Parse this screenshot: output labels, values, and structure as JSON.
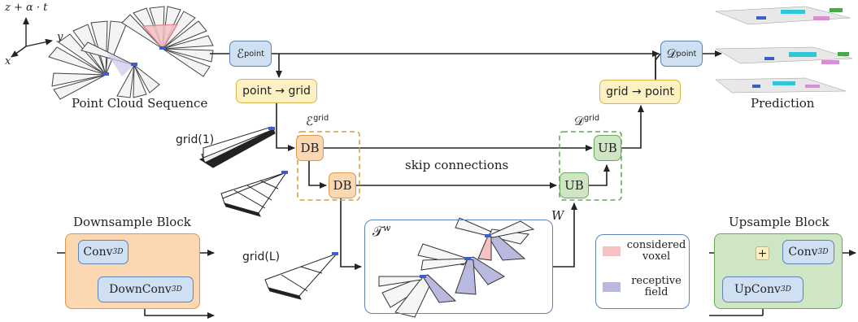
{
  "axes_labels": {
    "z": "z + α · t",
    "y": "y",
    "x": "x"
  },
  "input_caption": "Point Cloud Sequence",
  "output_caption": "Prediction",
  "modules": {
    "enc_point": {
      "sym": "ℰ",
      "sup": "point"
    },
    "dec_point": {
      "sym": "𝒟",
      "sup": "point"
    },
    "enc_grid": {
      "sym": "ℰ",
      "sup": "grid"
    },
    "dec_grid": {
      "sym": "𝒟",
      "sup": "grid"
    },
    "point_to_grid": "point → grid",
    "grid_to_point": "grid → point",
    "db": "DB",
    "ub": "UB"
  },
  "grid_labels": {
    "first": "grid(1)",
    "last": "grid(L)"
  },
  "skip_label": "skip connections",
  "w_label": "W",
  "tw_label": {
    "sym": "𝒯",
    "sup": "w"
  },
  "legend": {
    "considered": "considered voxel",
    "receptive": "receptive field",
    "considered_color": "#f4c2c4",
    "receptive_color": "#b9b8df"
  },
  "downsample_block": {
    "title": "Downsample Block",
    "conv": {
      "base": "Conv",
      "sub": "3D"
    },
    "downconv": {
      "base": "DownConv",
      "sub": "3D"
    }
  },
  "upsample_block": {
    "title": "Upsample Block",
    "conv": {
      "base": "Conv",
      "sub": "3D"
    },
    "upconv": {
      "base": "UpConv",
      "sub": "3D"
    },
    "plus": "+"
  }
}
